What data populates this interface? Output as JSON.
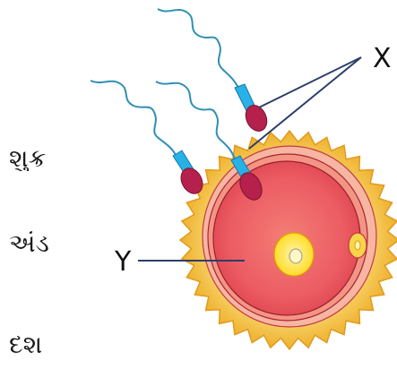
{
  "labels": {
    "x": "X",
    "y": "Y"
  },
  "side_text": [
    "શુક્ર",
    "અંડ",
    "દશ"
  ],
  "colors": {
    "jelly_outer": "#f2b62f",
    "jelly_inner": "#f7dc84",
    "membrane_outer": "#f6a08a",
    "cytoplasm": "#ef5f64",
    "nucleus": "#ffe03a",
    "sperm_tail": "#3f9ec0",
    "sperm_neck": "#27b2e7",
    "sperm_head": "#b7214f",
    "pointer_line": "#2b3f6b"
  }
}
